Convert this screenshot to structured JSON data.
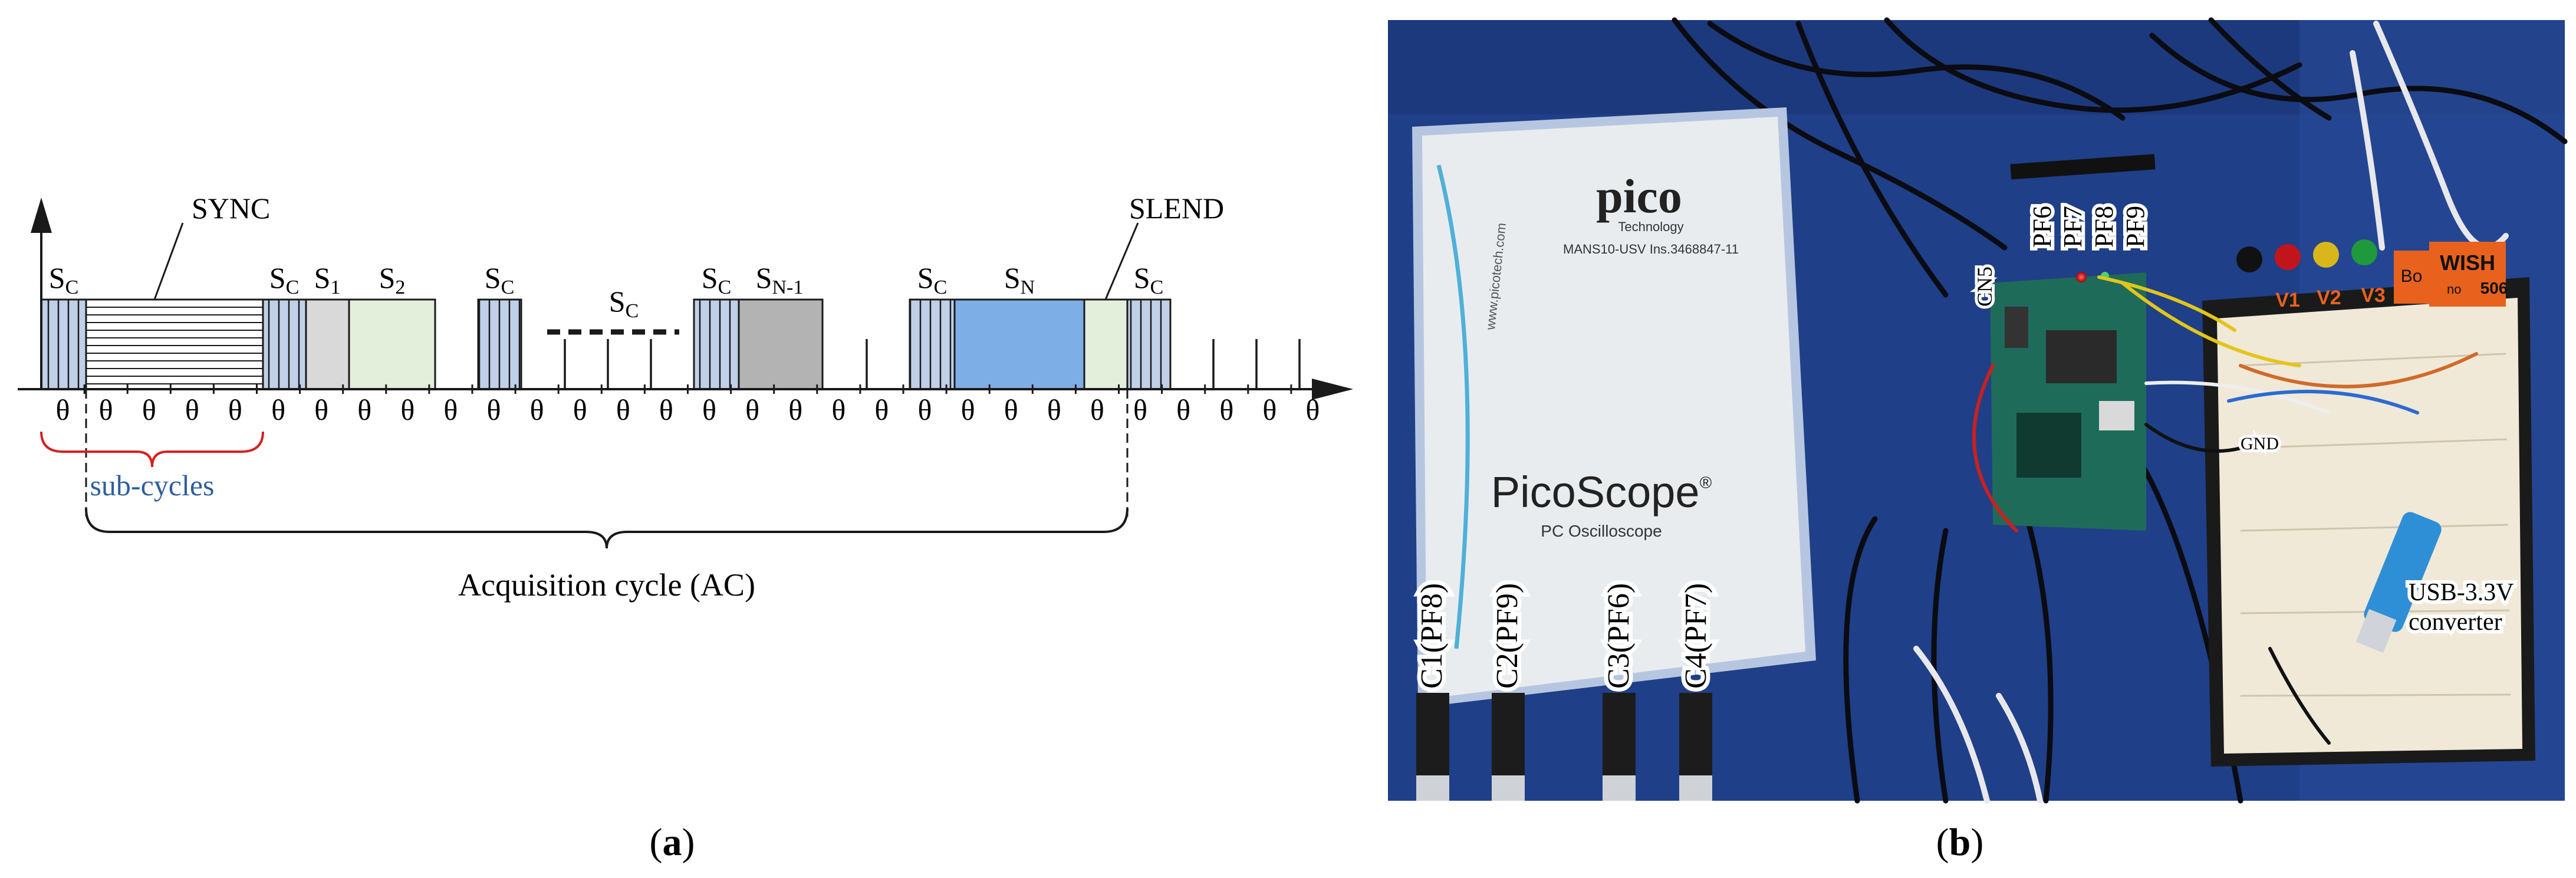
{
  "panel_a": {
    "caption": "a",
    "labels": {
      "sync": "SYNC",
      "slend": "SLEND",
      "sub_cycles": "sub-cycles",
      "acquisition_cycle": "Acquisition cycle (AC)"
    },
    "slot_symbol": "θ",
    "slot_count": 30,
    "slot_labels": [
      {
        "base": "S",
        "sub": "C"
      },
      {
        "base": "S",
        "sub": "C"
      },
      {
        "base": "S",
        "sub": "1"
      },
      {
        "base": "S",
        "sub": "2"
      },
      {
        "base": "S",
        "sub": "C"
      },
      {
        "base": "S",
        "sub": "C"
      },
      {
        "base": "S",
        "sub": "C"
      },
      {
        "base": "S",
        "sub": "N-1"
      },
      {
        "base": "S",
        "sub": "C"
      },
      {
        "base": "S",
        "sub": "N"
      },
      {
        "base": "S",
        "sub": "C"
      }
    ],
    "colors": {
      "sc": "#bfd0e8",
      "s1": "#d9d9d9",
      "s2": "#e3efdb",
      "sn1": "#b3b3b3",
      "sn": "#7eaee6",
      "slend": "#e3efdb",
      "brace_sub": "#d62020",
      "sub_text": "#2e5f9e"
    }
  },
  "panel_b": {
    "caption": "b",
    "pin_labels": [
      "PF6",
      "PF7",
      "PF8",
      "PF9"
    ],
    "cn5": "CN5",
    "gnd": "GND",
    "converter": [
      "USB-3.3V",
      "converter"
    ],
    "channels": [
      "C1(PF8)",
      "C2(PF9)",
      "C3(PF6)",
      "C4(PF7)"
    ],
    "device": {
      "brand": "pico",
      "brand_sub": "Technology",
      "serial": "MANS10-USV  Ins.3468847-11",
      "website": "www.picotech.com",
      "product": "PicoScope",
      "product_mark": "®",
      "product_sub": "PC Oscilloscope"
    },
    "board": {
      "brand": "WISH",
      "no_label": "no",
      "number": "506",
      "partial": "Bo",
      "rails": [
        "V1",
        "V2",
        "V3"
      ]
    }
  }
}
